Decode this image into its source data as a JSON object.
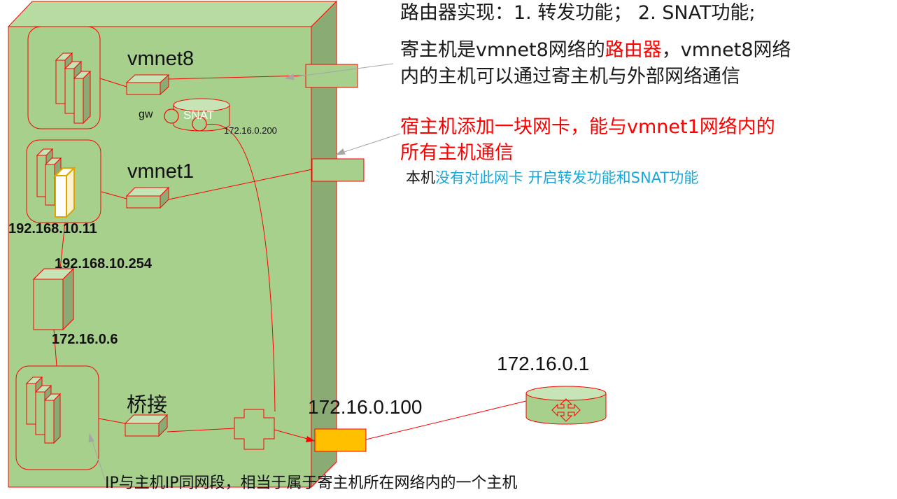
{
  "title_note": {
    "line1": "路由器实现：1. 转发功能；  2. SNAT功能;",
    "line2_a": "寄主机是vmnet8网络的",
    "line2_b": "路由器",
    "line2_c": "，vmnet8网络",
    "line3": "内的主机可以通过寄主机与外部网络通信"
  },
  "vmnet1_note": {
    "line1": "宿主机添加一块网卡，能与vmnet1网络内的",
    "line2": "所有主机通信",
    "line3_a": "本机",
    "line3_b": "没有对此网卡 开启转发功能和SNAT功能"
  },
  "bridge_note": "IP与主机IP同网段，相当于属于寄主机所在网络内的一个主机",
  "labels": {
    "vmnet8": "vmnet8",
    "vmnet1": "vmnet1",
    "bridge": "桥接",
    "gw": "gw",
    "snat": "SNAT",
    "snat_ip": "172.16.0.200",
    "ip_vm1": "192.168.10.11",
    "ip_router_in": "192.168.10.254",
    "ip_router_out": "172.16.0.6",
    "ip_host_nic": "172.16.0.100",
    "ip_gateway": "172.16.0.1"
  },
  "colors": {
    "host_face": "#a8d08d",
    "host_top": "#b7dca2",
    "host_side": "#8aab74",
    "outline": "#ff0000",
    "nic_orange": "#ffc000",
    "highlight_vm": "#ffffff"
  },
  "icons": [
    "vm-stack-icon",
    "switch-icon",
    "router-cylinder-icon",
    "cross-connector-icon",
    "nic-port-icon"
  ]
}
